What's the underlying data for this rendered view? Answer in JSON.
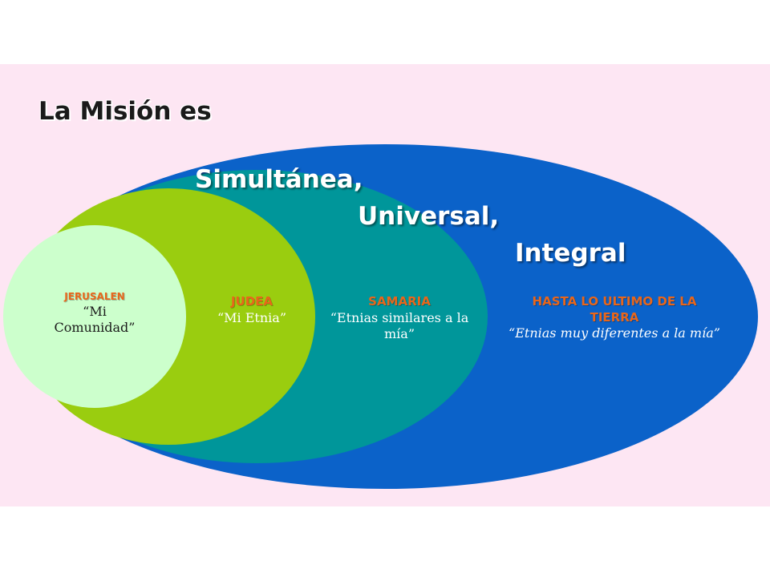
{
  "heading": "La Misión es",
  "qualities": [
    "Simultánea,",
    "Universal,",
    "Integral"
  ],
  "zones": {
    "jerusalen": {
      "name": "JERUSALEN",
      "desc_line1": "“Mi",
      "desc_line2": "Comunidad”"
    },
    "judea": {
      "name": "JUDEA",
      "desc": "“Mi Etnia”"
    },
    "samaria": {
      "name": "SAMARIA",
      "desc": "“Etnias similares a la mía”"
    },
    "fin": {
      "name": "HASTA LO ULTIMO DE LA TIERRA",
      "desc": "“Etnias muy diferentes a la mía”"
    }
  },
  "colors": {
    "background": "#fde6f3",
    "outer_ellipse": "#0b62c9",
    "samaria_ellipse": "#00969a",
    "judea_ellipse": "#9acd0f",
    "jerusalen_circle": "#ccffcc",
    "zone_name": "#e8661b"
  }
}
